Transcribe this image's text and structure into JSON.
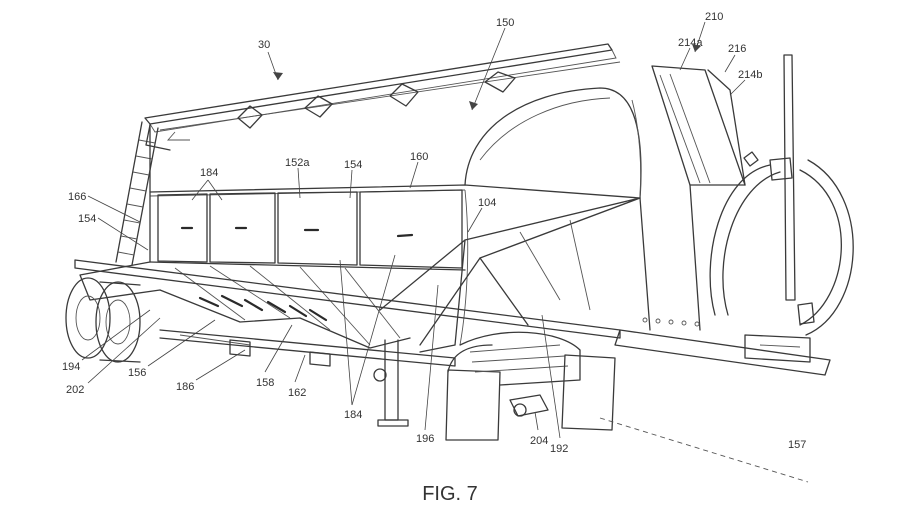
{
  "figure": {
    "caption": "FIG. 7",
    "labels": {
      "l30": "30",
      "l150": "150",
      "l210": "210",
      "l214a": "214a",
      "l216": "216",
      "l214b": "214b",
      "l184_top": "184",
      "l152a": "152a",
      "l154_top": "154",
      "l160": "160",
      "l166": "166",
      "l154_left": "154",
      "l104": "104",
      "l194": "194",
      "l202": "202",
      "l156": "156",
      "l186": "186",
      "l158": "158",
      "l162": "162",
      "l184_bottom": "184",
      "l196": "196",
      "l204": "204",
      "l192": "192",
      "l157": "157"
    }
  }
}
